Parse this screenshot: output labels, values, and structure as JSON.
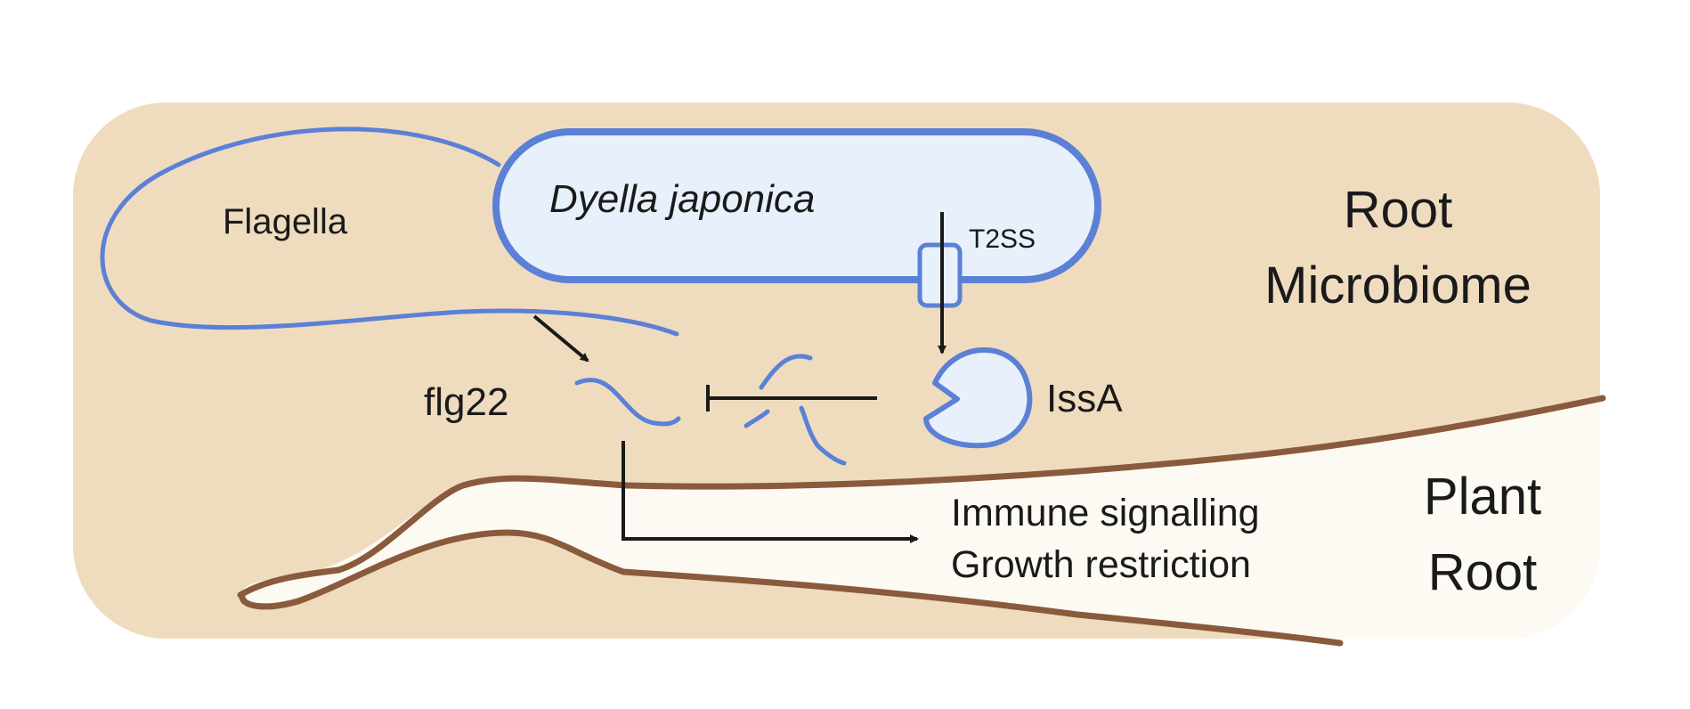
{
  "colors": {
    "background_panel": "#efdcbf",
    "root_fill": "#fdfaf3",
    "root_outline": "#8a5a3c",
    "bacterium_fill": "#e7f0fb",
    "bacterium_outline": "#5b80d6",
    "arrow": "#1a1a1a",
    "text": "#1a1a1a"
  },
  "labels": {
    "bacterium": "Dyella japonica",
    "flagella": "Flagella",
    "secretion_system": "T2SS",
    "peptide": "flg22",
    "enzyme": "IssA",
    "microbiome_line1": "Root",
    "microbiome_line2": "Microbiome",
    "root_line1": "Plant",
    "root_line2": "Root",
    "outcome_line1": "Immune signalling",
    "outcome_line2": "Growth restriction"
  }
}
